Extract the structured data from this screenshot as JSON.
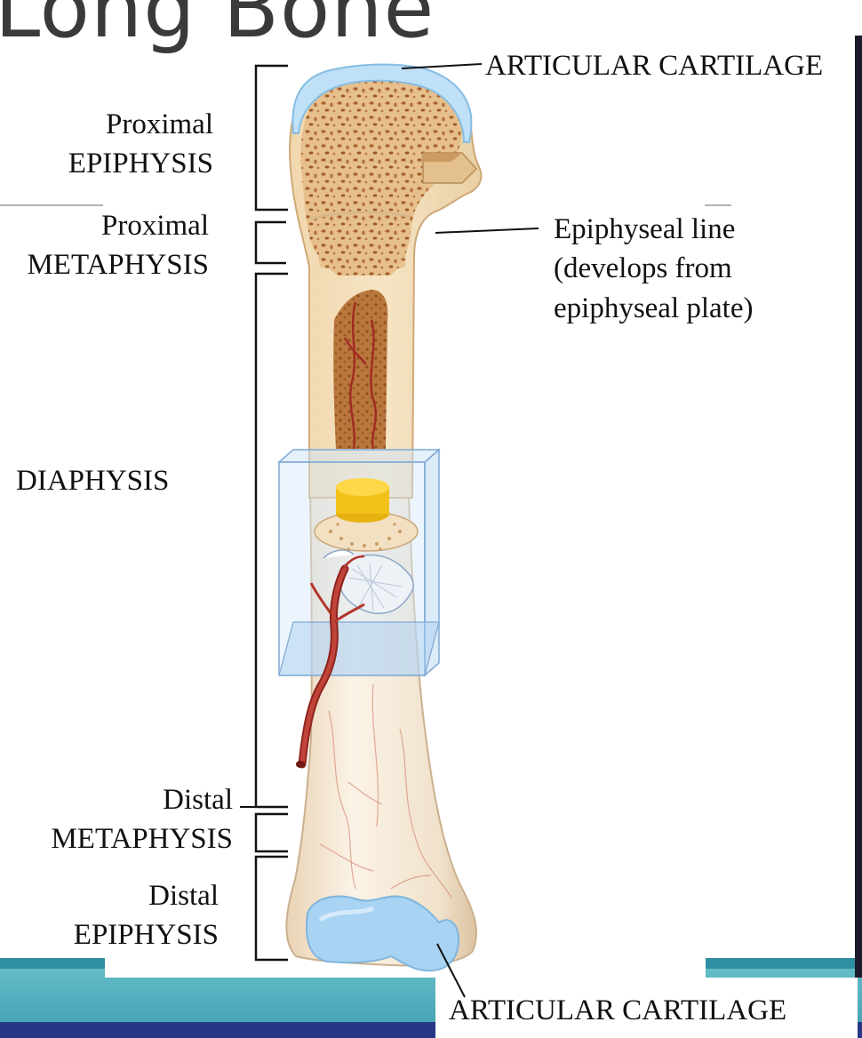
{
  "slide": {
    "title": "Long Bone"
  },
  "labels": {
    "articular_cartilage_top": "ARTICULAR CARTILAGE",
    "proximal_epiphysis_line1": "Proximal",
    "proximal_epiphysis_line2": "EPIPHYSIS",
    "proximal_metaphysis_line1": "Proximal",
    "proximal_metaphysis_line2": "METAPHYSIS",
    "epiphyseal_line_1": "Epiphyseal line",
    "epiphyseal_line_2": "(develops from",
    "epiphyseal_line_3": "epiphyseal plate)",
    "diaphysis": "DIAPHYSIS",
    "distal_metaphysis_line1": "Distal",
    "distal_metaphysis_line2": "METAPHYSIS",
    "distal_epiphysis_line1": "Distal",
    "distal_epiphysis_line2": "EPIPHYSIS",
    "articular_cartilage_bottom": "ARTICULAR CARTILAGE"
  },
  "colors": {
    "spongy_bone": "#e8c08e",
    "compact_bone": "#f6ead6",
    "cartilage": "#a9d4f2",
    "marrow": "#b8743e",
    "artery": "#b3362b",
    "footer_teal": "#56b1bf",
    "footer_dark": "#2a3a8a"
  }
}
